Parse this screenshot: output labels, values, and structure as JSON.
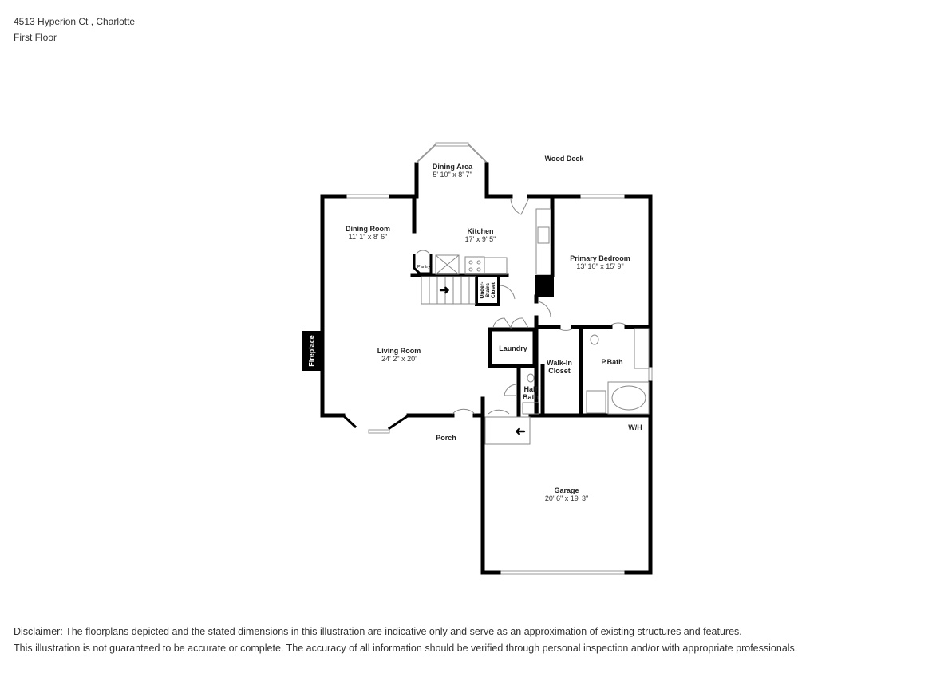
{
  "header": {
    "address": "4513 Hyperion Ct , Charlotte",
    "floor": "First Floor"
  },
  "rooms": [
    {
      "name": "Dining Area",
      "dims": "5' 10\" x 8' 7\""
    },
    {
      "name": "Wood Deck",
      "dims": ""
    },
    {
      "name": "Dining Room",
      "dims": "11' 1\" x 8' 6\""
    },
    {
      "name": "Kitchen",
      "dims": "17' x 9' 5\""
    },
    {
      "name": "Primary Bedroom",
      "dims": "13' 10\" x 15' 9\""
    },
    {
      "name": "Living Room",
      "dims": "24' 2\" x 20'"
    },
    {
      "name": "Laundry",
      "dims": ""
    },
    {
      "name": "Walk-In Closet",
      "dims": ""
    },
    {
      "name": "P.Bath",
      "dims": ""
    },
    {
      "name": "Half Bath",
      "dims": ""
    },
    {
      "name": "Porch",
      "dims": ""
    },
    {
      "name": "W/H",
      "dims": ""
    },
    {
      "name": "Garage",
      "dims": "20' 6\" x 19' 3\""
    },
    {
      "name": "Pantry",
      "dims": ""
    },
    {
      "name": "Under-Stairs Closet",
      "dims": ""
    },
    {
      "name": "Fireplace",
      "dims": ""
    }
  ],
  "disclaimer": {
    "line1": "Disclaimer: The floorplans depicted and the stated dimensions in this illustration are indicative only and serve as an approximation of existing structures and features.",
    "line2": "This illustration is not guaranteed to be accurate or complete. The accuracy of all information should be verified through personal inspection and/or with appropriate professionals."
  }
}
